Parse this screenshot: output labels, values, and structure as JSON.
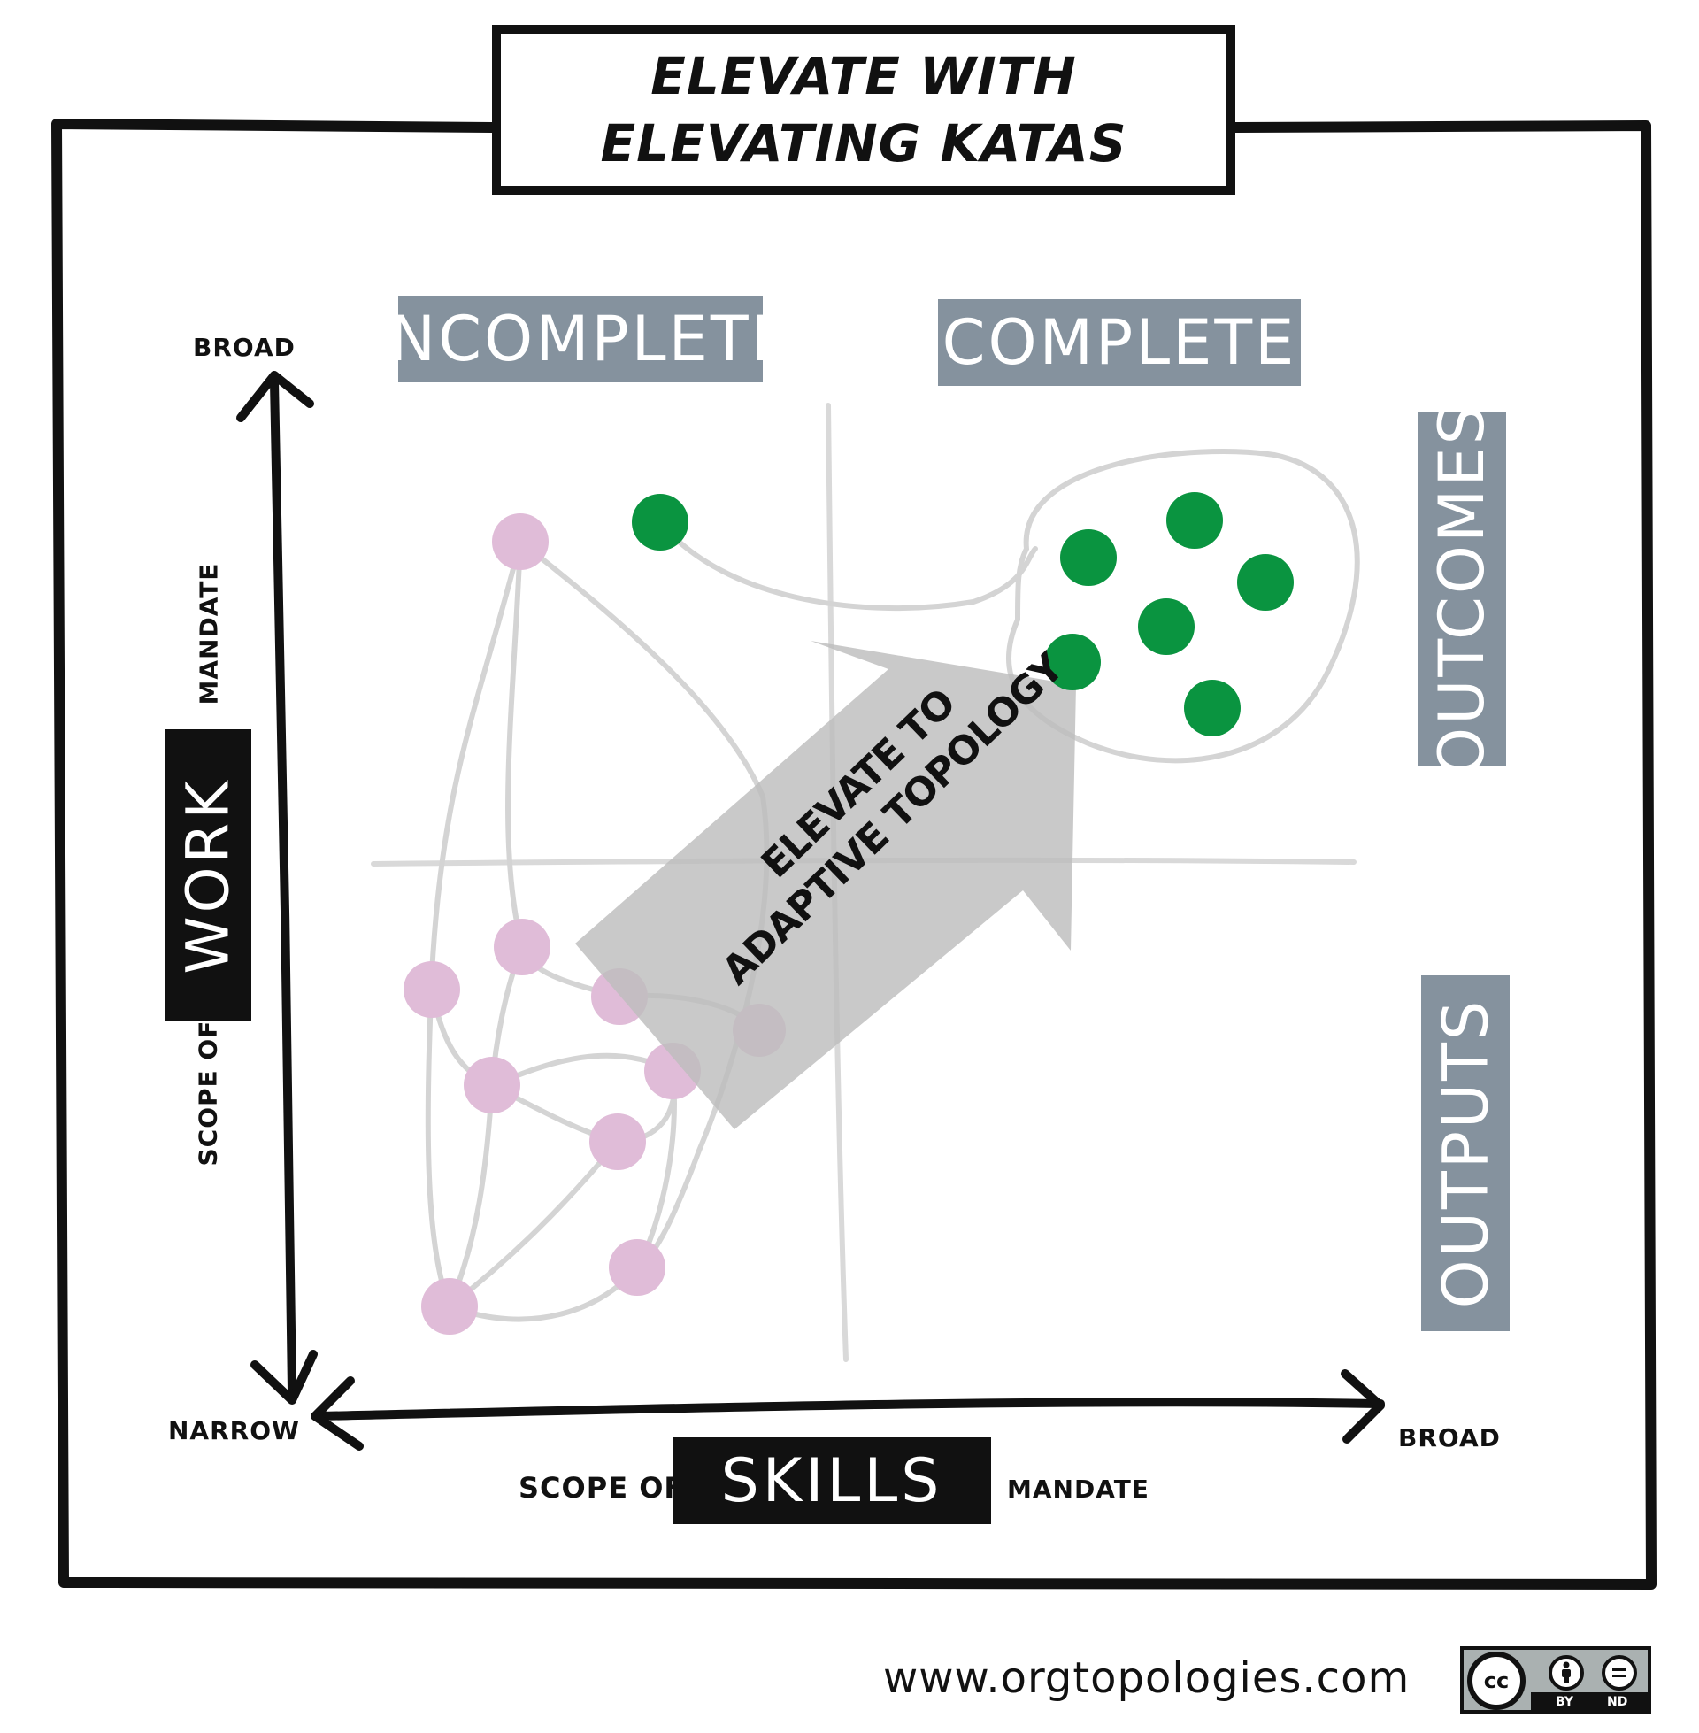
{
  "title": {
    "line1": "ELEVATE WITH",
    "line2": "ELEVATING KATAS"
  },
  "columns": {
    "left": "INCOMPLETE",
    "right": "COMPLETE"
  },
  "rows": {
    "top": "OUTCOMES",
    "bottom": "OUTPUTS"
  },
  "y_axis": {
    "top_end": "BROAD",
    "bottom_end": "NARROW",
    "prefix": "SCOPE OF",
    "keyword": "WORK",
    "suffix": "MANDATE"
  },
  "x_axis": {
    "right_end": "BROAD",
    "prefix": "SCOPE OF",
    "keyword": "SKILLS",
    "suffix": "MANDATE"
  },
  "arrow": {
    "line1": "ELEVATE TO",
    "line2": "ADAPTIVE TOPOLOGY",
    "fill": "#bdbdbd"
  },
  "colors": {
    "incomplete_node": "#e0bcd8",
    "complete_node": "#0a9440",
    "label_grey": "#85929e",
    "link_grey": "#d2d2d2"
  },
  "footer": {
    "website": "www.orgtopologies.com",
    "license": {
      "symbol": "cc",
      "by": "BY",
      "nd": "ND"
    }
  }
}
